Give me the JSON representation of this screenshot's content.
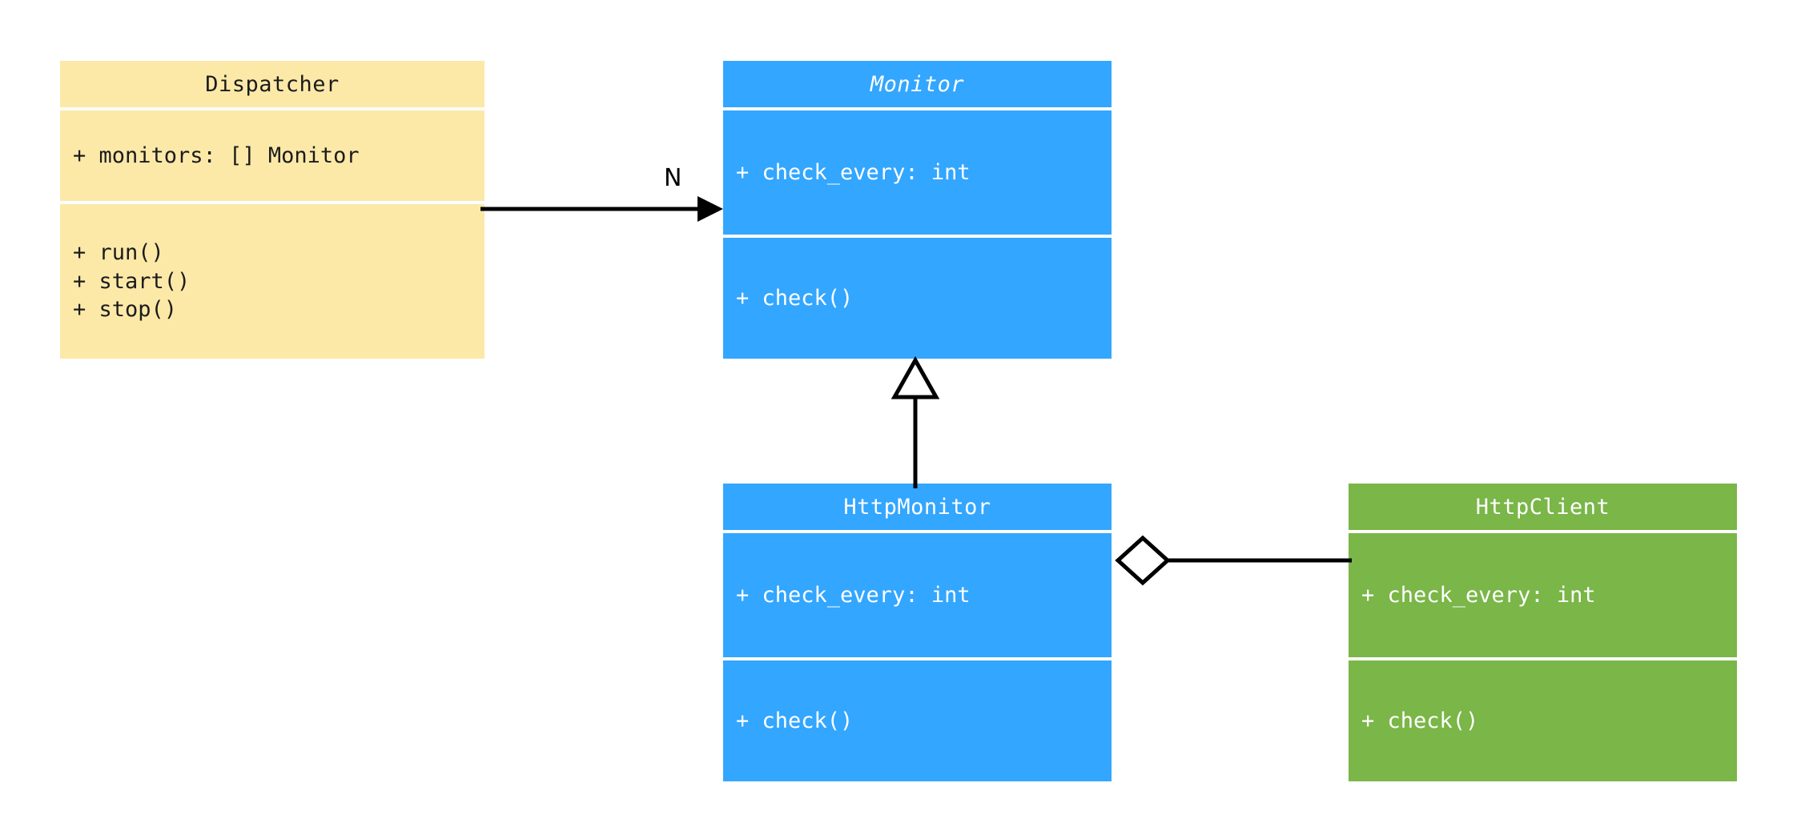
{
  "diagram": {
    "type": "uml-class-diagram",
    "background": "#ffffff",
    "palette": {
      "yellow": "#fce9a8",
      "blue": "#33a6ff",
      "green": "#7ab648",
      "line": "#000000",
      "dark_text": "#1b1b1b",
      "light_text": "#ffffff"
    }
  },
  "classes": {
    "dispatcher": {
      "name": "Dispatcher",
      "abstract": false,
      "color": "#fce9a8",
      "attributes": [
        "+ monitors: [] Monitor"
      ],
      "methods": [
        "+ run()",
        "+ start()",
        "+ stop()"
      ],
      "attributes_text": "+ monitors: [] Monitor",
      "methods_text": "+ run()\n+ start()\n+ stop()"
    },
    "monitor": {
      "name": "Monitor",
      "abstract": true,
      "color": "#33a6ff",
      "attributes": [
        "+ check_every: int"
      ],
      "methods": [
        "+ check()"
      ],
      "attributes_text": "+ check_every: int",
      "methods_text": "+ check()"
    },
    "http_monitor": {
      "name": "HttpMonitor",
      "abstract": false,
      "color": "#33a6ff",
      "attributes": [
        "+ check_every: int"
      ],
      "methods": [
        "+ check()"
      ],
      "attributes_text": "+ check_every: int",
      "methods_text": "+ check()"
    },
    "http_client": {
      "name": "HttpClient",
      "abstract": false,
      "color": "#7ab648",
      "attributes": [
        "+ check_every: int"
      ],
      "methods": [
        "+ check()"
      ],
      "attributes_text": "+ check_every: int",
      "methods_text": "+ check()"
    }
  },
  "relationships": [
    {
      "id": "dispatcher-to-monitor",
      "kind": "association",
      "from": "Dispatcher",
      "to": "Monitor",
      "label": "N",
      "arrowhead": "filled-triangle",
      "line": "solid"
    },
    {
      "id": "httpmonitor-to-monitor",
      "kind": "generalization",
      "from": "HttpMonitor",
      "to": "Monitor",
      "label": "",
      "arrowhead": "hollow-triangle",
      "line": "solid"
    },
    {
      "id": "httpmonitor-to-httpclient",
      "kind": "aggregation",
      "from": "HttpMonitor",
      "to": "HttpClient",
      "label": "",
      "arrowhead": "hollow-diamond",
      "line": "solid"
    }
  ]
}
